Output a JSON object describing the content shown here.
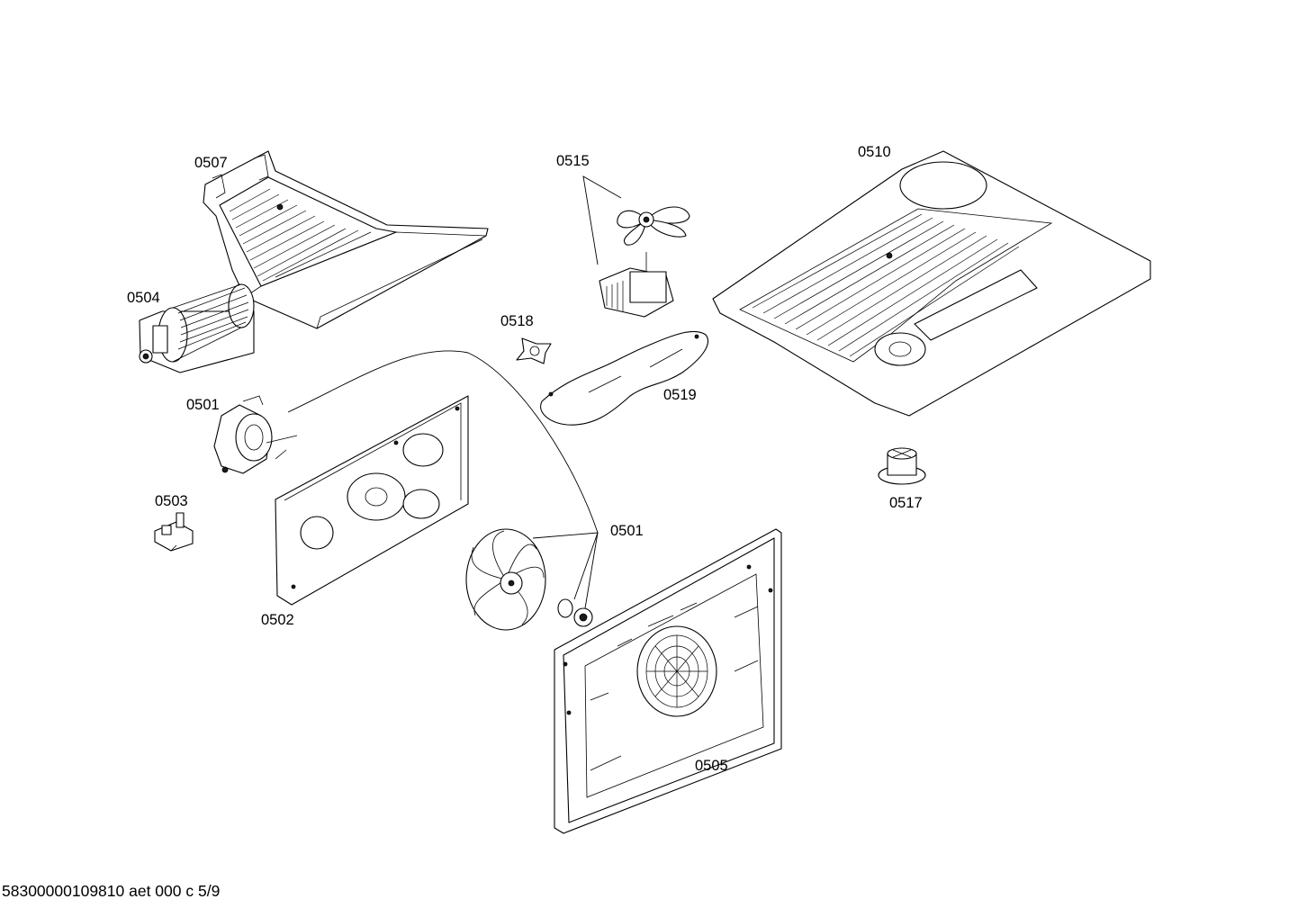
{
  "callouts": {
    "p0507": "0507",
    "p0504": "0504",
    "p0501_motor": "0501",
    "p0503": "0503",
    "p0502": "0502",
    "p0515": "0515",
    "p0518": "0518",
    "p0519": "0519",
    "p0510": "0510",
    "p0517": "0517",
    "p0501_fan": "0501",
    "p0505": "0505"
  },
  "footer": {
    "doc_ref": "58300000109810 aet 000 c 5/9"
  }
}
